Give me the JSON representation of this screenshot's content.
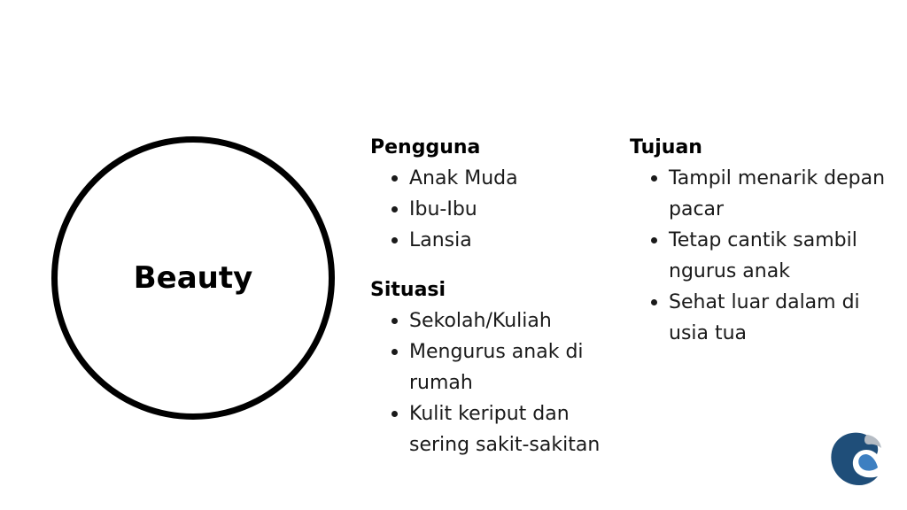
{
  "center": {
    "label": "Beauty"
  },
  "sections": {
    "pengguna": {
      "title": "Pengguna",
      "items": [
        "Anak Muda",
        "Ibu-Ibu",
        "Lansia"
      ]
    },
    "situasi": {
      "title": "Situasi",
      "items": [
        "Sekolah/Kuliah",
        "Mengurus anak di rumah",
        "Kulit keriput dan sering sakit-sakitan"
      ]
    },
    "tujuan": {
      "title": "Tujuan",
      "items": [
        "Tampil menarik depan pacar",
        "Tetap cantik sambil ngurus anak",
        "Sehat luar dalam di usia tua"
      ]
    }
  },
  "logo": {
    "icon": "swirl-logo-icon",
    "colors": {
      "dark_blue": "#1f4e79",
      "light_blue": "#3d7fc1",
      "grey": "#b5bcc4"
    }
  }
}
